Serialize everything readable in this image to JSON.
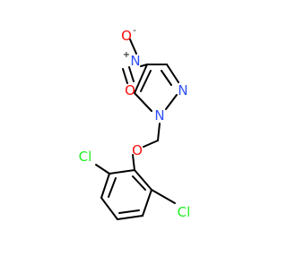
{
  "molecule": {
    "atoms": {
      "nitro_o_minus": {
        "symbol": "O",
        "charge": "-",
        "color": "#ff0d0d"
      },
      "nitro_n_plus": {
        "symbol": "N",
        "charge": "+",
        "color": "#3050f8"
      },
      "nitro_o_double": {
        "symbol": "O",
        "color": "#ff0d0d"
      },
      "pyrazole_n2": {
        "symbol": "N",
        "color": "#3050f8"
      },
      "pyrazole_n1": {
        "symbol": "N",
        "color": "#3050f8"
      },
      "ether_o": {
        "symbol": "O",
        "color": "#ff0d0d"
      },
      "cl_ortho": {
        "symbol": "Cl",
        "color": "#1ff01f"
      },
      "cl_meta": {
        "symbol": "Cl",
        "color": "#1ff01f"
      }
    },
    "bond_color": "#000000"
  }
}
